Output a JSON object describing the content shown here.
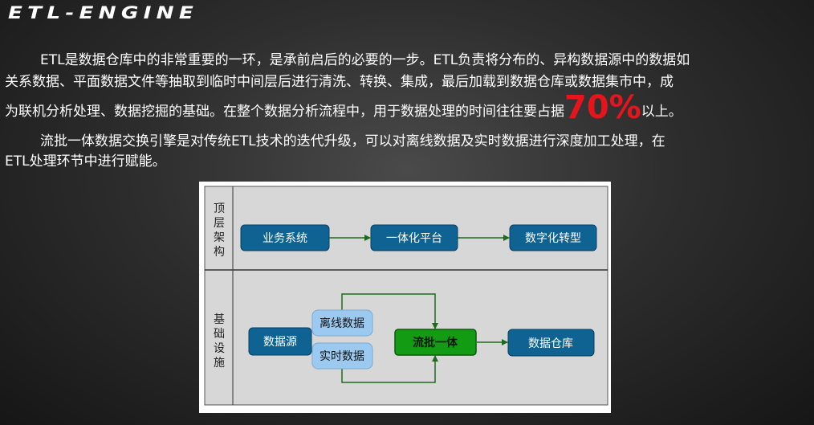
{
  "title": "ETL-ENGINE",
  "paragraphs": {
    "p1_line1": "ETL是数据仓库中的非常重要的一环，是承前启后的必要的一步。ETL负责将分布的、异构数据源中的数据如",
    "p1_line2": "关系数据、平面数据文件等抽取到临时中间层后进行清洗、转换、集成，最后加载到数据仓库或数据集市中，成",
    "p1_line3_pre": "为联机分析处理、数据挖掘的基础。在整个数据分析流程中，用于数据处理的时间往往要占据",
    "p1_highlight": "70%",
    "p1_line3_post": "以上。",
    "p2_line1": "流批一体数据交换引擎是对传统ETL技术的迭代升级，可以对离线数据及实时数据进行深度加工处理，在",
    "p2_line2": "ETL处理环节中进行赋能。"
  },
  "colors": {
    "highlight": "#e8141c",
    "box_blue": "#0e6393",
    "box_lightblue": "#9cc9ef",
    "box_green": "#139b13",
    "arrow": "#1d6b1d",
    "panel": "#d7d7d7"
  },
  "diagram": {
    "top_section_label": [
      "顶",
      "层",
      "架",
      "构"
    ],
    "bottom_section_label": [
      "基",
      "础",
      "设",
      "施"
    ],
    "top_nodes": [
      "业务系统",
      "一体化平台",
      "数字化转型"
    ],
    "source": "数据源",
    "offline": "离线数据",
    "realtime": "实时数据",
    "stream_batch": "流批一体",
    "warehouse": "数据仓库"
  }
}
